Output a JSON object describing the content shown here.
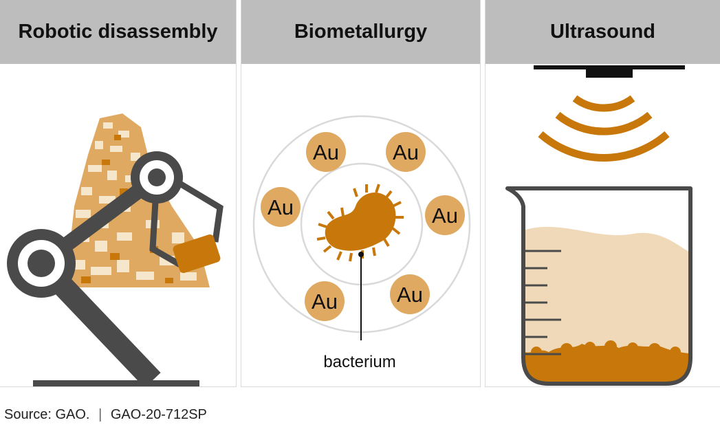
{
  "panels": [
    {
      "title": "Robotic disassembly"
    },
    {
      "title": "Biometallurgy",
      "element_symbol": "Au",
      "label": "bacterium"
    },
    {
      "title": "Ultrasound"
    }
  ],
  "footer": {
    "source": "Source: GAO.",
    "separator": "|",
    "report_id": "GAO-20-712SP"
  },
  "colors": {
    "header_bg": "#bdbdbd",
    "accent_orange": "#c8780a",
    "gold_circle": "#dfa961",
    "beige_liquid": "#efd9b8",
    "dark_gray": "#4a4a4a",
    "ring_gray": "#d9d9d9"
  },
  "icons": [
    "robot-arm-icon",
    "scrap-pile-icon",
    "gold-atom-icon",
    "bacterium-icon",
    "ultrasound-transducer-icon",
    "sound-wave-icon",
    "beaker-icon"
  ]
}
